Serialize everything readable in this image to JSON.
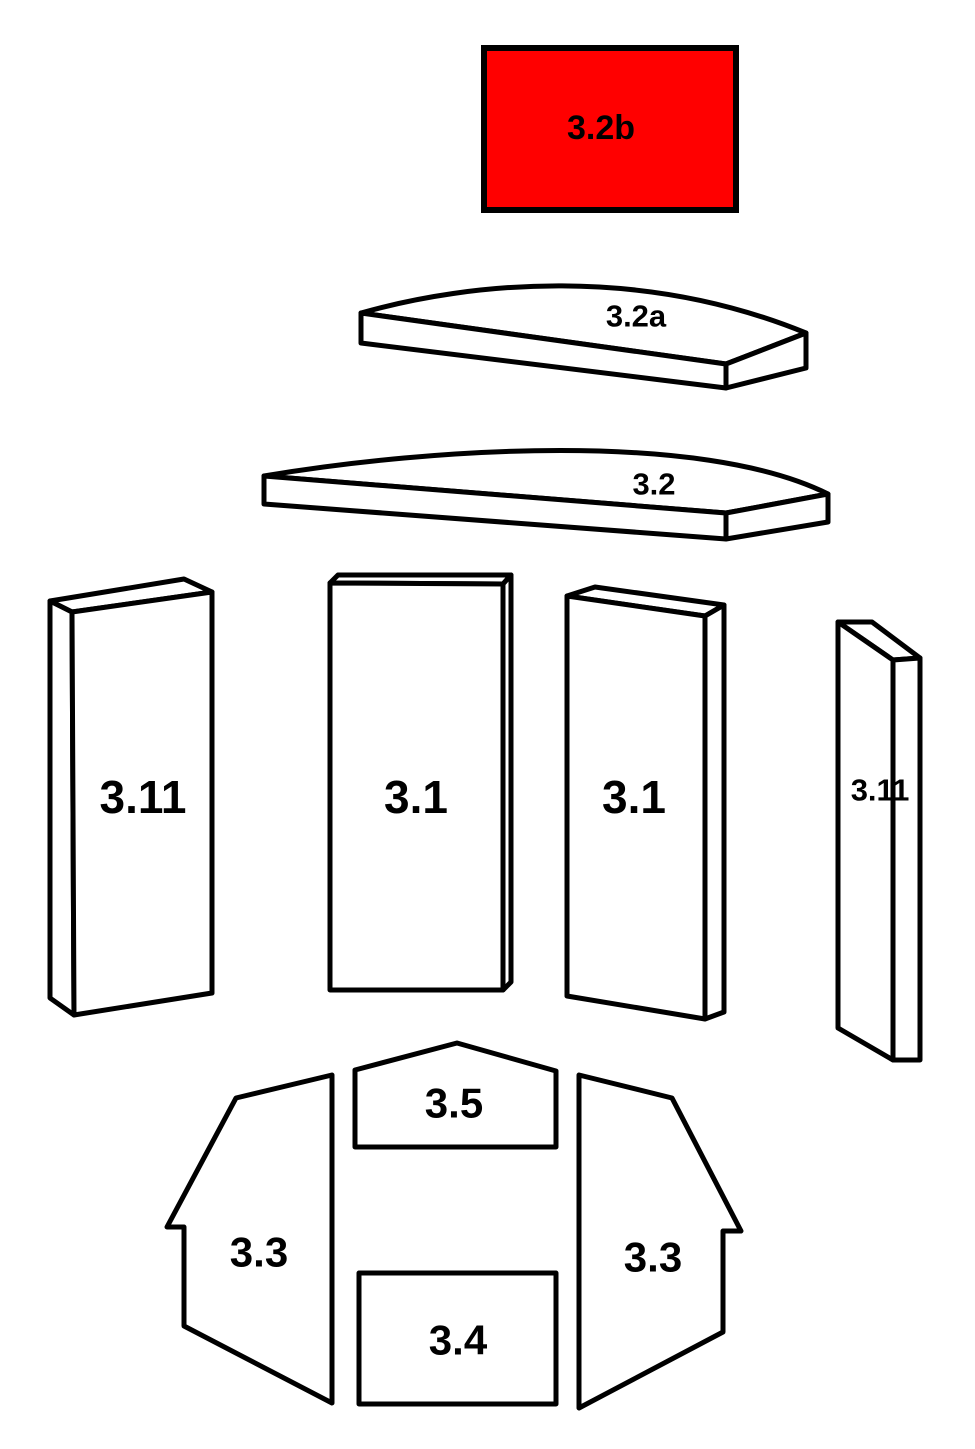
{
  "colors": {
    "background": "#ffffff",
    "outline": "#000000",
    "highlight": "#ff0000"
  },
  "parts": {
    "p3_2b": {
      "label": "3.2b",
      "highlighted": true
    },
    "p3_2a": {
      "label": "3.2a"
    },
    "p3_2": {
      "label": "3.2"
    },
    "p3_11_left": {
      "label": "3.11"
    },
    "p3_1_center": {
      "label": "3.1"
    },
    "p3_1_right": {
      "label": "3.1"
    },
    "p3_11_right": {
      "label": "3.11"
    },
    "p3_5": {
      "label": "3.5"
    },
    "p3_3_left": {
      "label": "3.3"
    },
    "p3_3_right": {
      "label": "3.3"
    },
    "p3_4": {
      "label": "3.4"
    }
  }
}
